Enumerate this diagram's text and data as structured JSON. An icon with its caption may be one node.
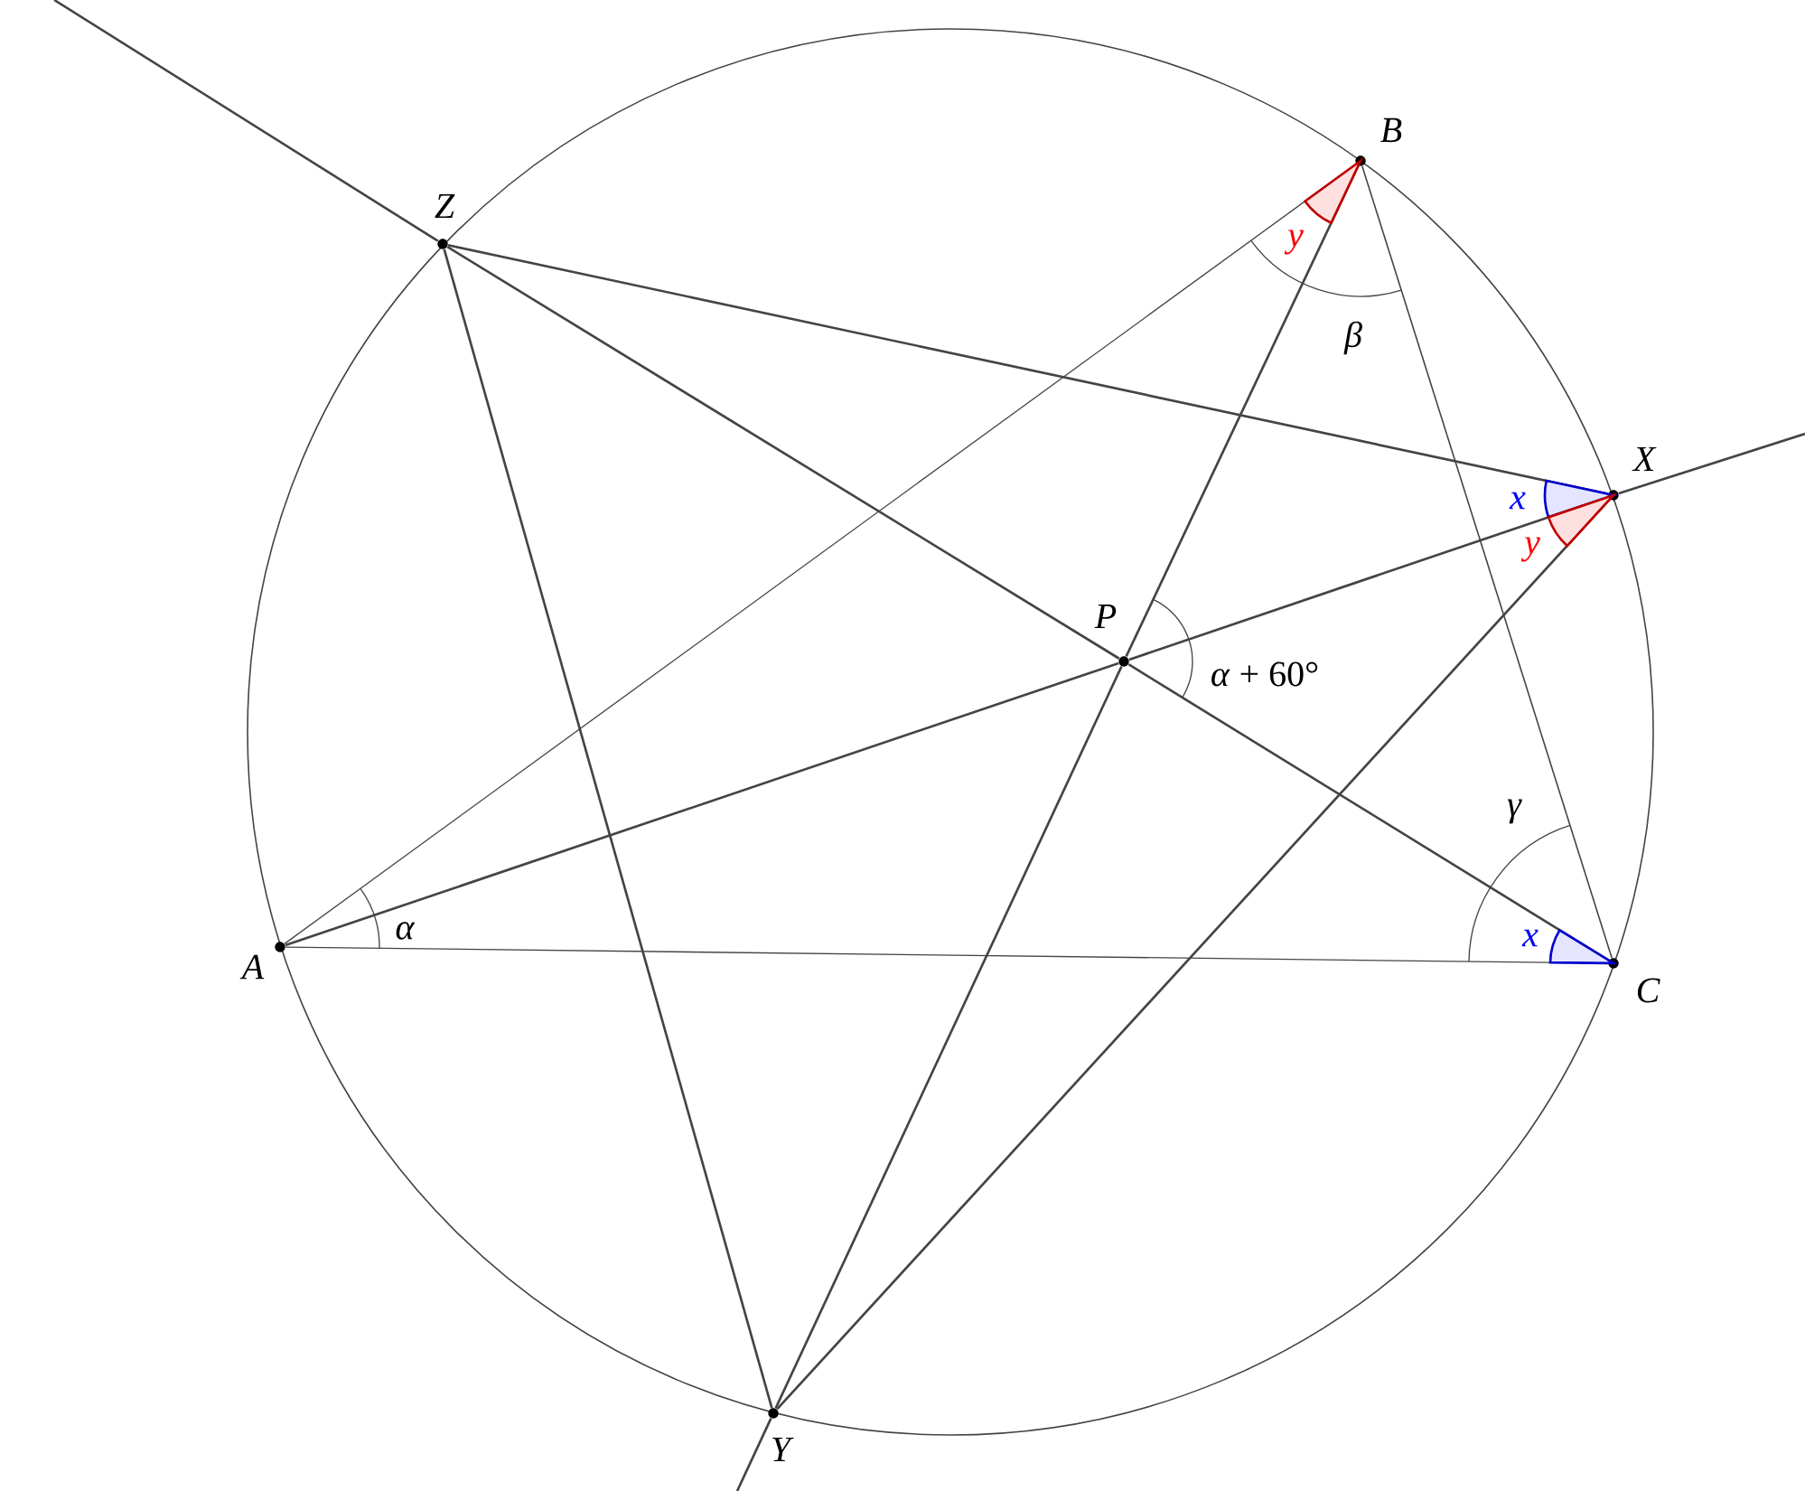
{
  "diagram": {
    "nodes": [
      {
        "text": [
          "A"
        ]
      },
      {
        "text": [
          "B"
        ]
      },
      {
        "text": [
          "C"
        ]
      },
      {
        "text": [
          "X"
        ]
      },
      {
        "text": [
          "Y"
        ]
      },
      {
        "text": [
          "Z"
        ]
      },
      {
        "text": [
          "P"
        ]
      }
    ],
    "edges": [
      {
        "from": 0,
        "to": 1,
        "arrow": "none"
      },
      {
        "from": 1,
        "to": 2,
        "arrow": "none"
      },
      {
        "from": 0,
        "to": 2,
        "arrow": "none"
      },
      {
        "from": 5,
        "to": 3,
        "arrow": "none"
      },
      {
        "from": 5,
        "to": 4,
        "arrow": "none"
      },
      {
        "from": 4,
        "to": 3,
        "arrow": "none"
      },
      {
        "from": null,
        "to": 5,
        "arrow": "none"
      },
      {
        "from": 5,
        "to": 6,
        "arrow": "none"
      },
      {
        "from": 6,
        "to": 2,
        "arrow": "none"
      },
      {
        "from": 0,
        "to": 6,
        "arrow": "none"
      },
      {
        "from": 6,
        "to": 3,
        "arrow": "none"
      },
      {
        "from": 3,
        "to": null,
        "arrow": "none"
      },
      {
        "from": null,
        "to": 4,
        "arrow": "none"
      },
      {
        "from": 4,
        "to": 6,
        "arrow": "none"
      },
      {
        "from": 6,
        "to": 1,
        "arrow": "none"
      }
    ],
    "labels": [
      "y",
      "β",
      "x",
      "y",
      "*α* + 60°",
      "γ",
      "α",
      "x"
    ]
  }
}
